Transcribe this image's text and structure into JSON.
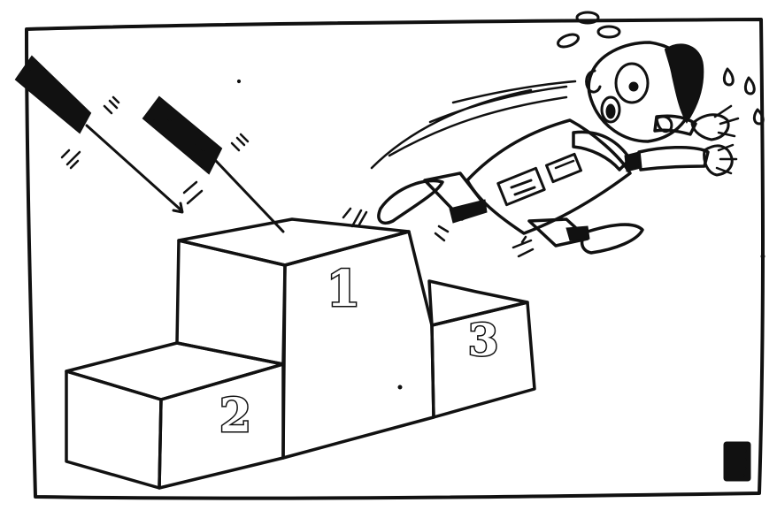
{
  "cartoon": {
    "podium": {
      "first_place_label": "1",
      "second_place_label": "2",
      "third_place_label": "3"
    }
  }
}
